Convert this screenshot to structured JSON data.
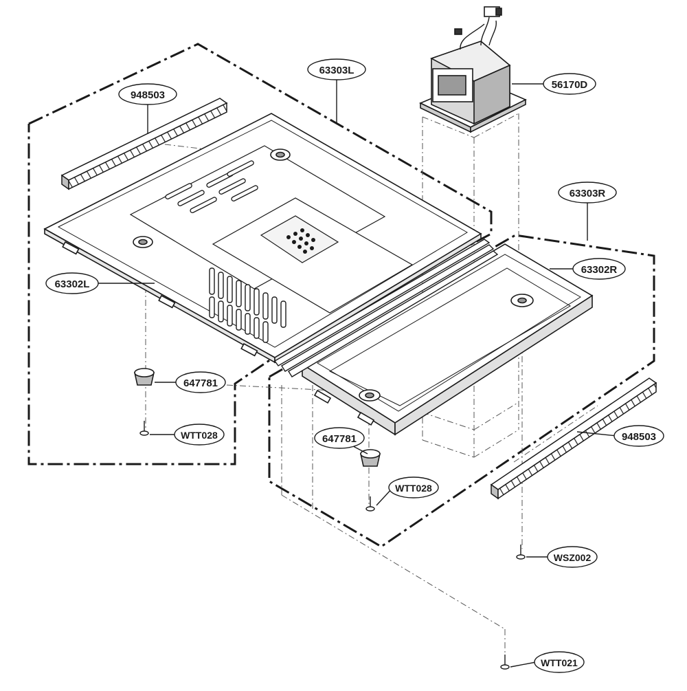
{
  "colors": {
    "line": "#1a1a1a",
    "fill": "#ffffff",
    "shade": "#d9d9d9",
    "dark": "#8a8a8a"
  },
  "callouts": [
    {
      "id": "63303L",
      "label": "63303L"
    },
    {
      "id": "948503-left",
      "label": "948503"
    },
    {
      "id": "56170D",
      "label": "56170D"
    },
    {
      "id": "63303R",
      "label": "63303R"
    },
    {
      "id": "63302R",
      "label": "63302R"
    },
    {
      "id": "63302L",
      "label": "63302L"
    },
    {
      "id": "647781-left",
      "label": "647781"
    },
    {
      "id": "WTT028-left",
      "label": "WTT028"
    },
    {
      "id": "647781-right",
      "label": "647781"
    },
    {
      "id": "WTT028-right",
      "label": "WTT028"
    },
    {
      "id": "948503-right",
      "label": "948503"
    },
    {
      "id": "WSZ002",
      "label": "WSZ002"
    },
    {
      "id": "WTT021",
      "label": "WTT021"
    }
  ]
}
